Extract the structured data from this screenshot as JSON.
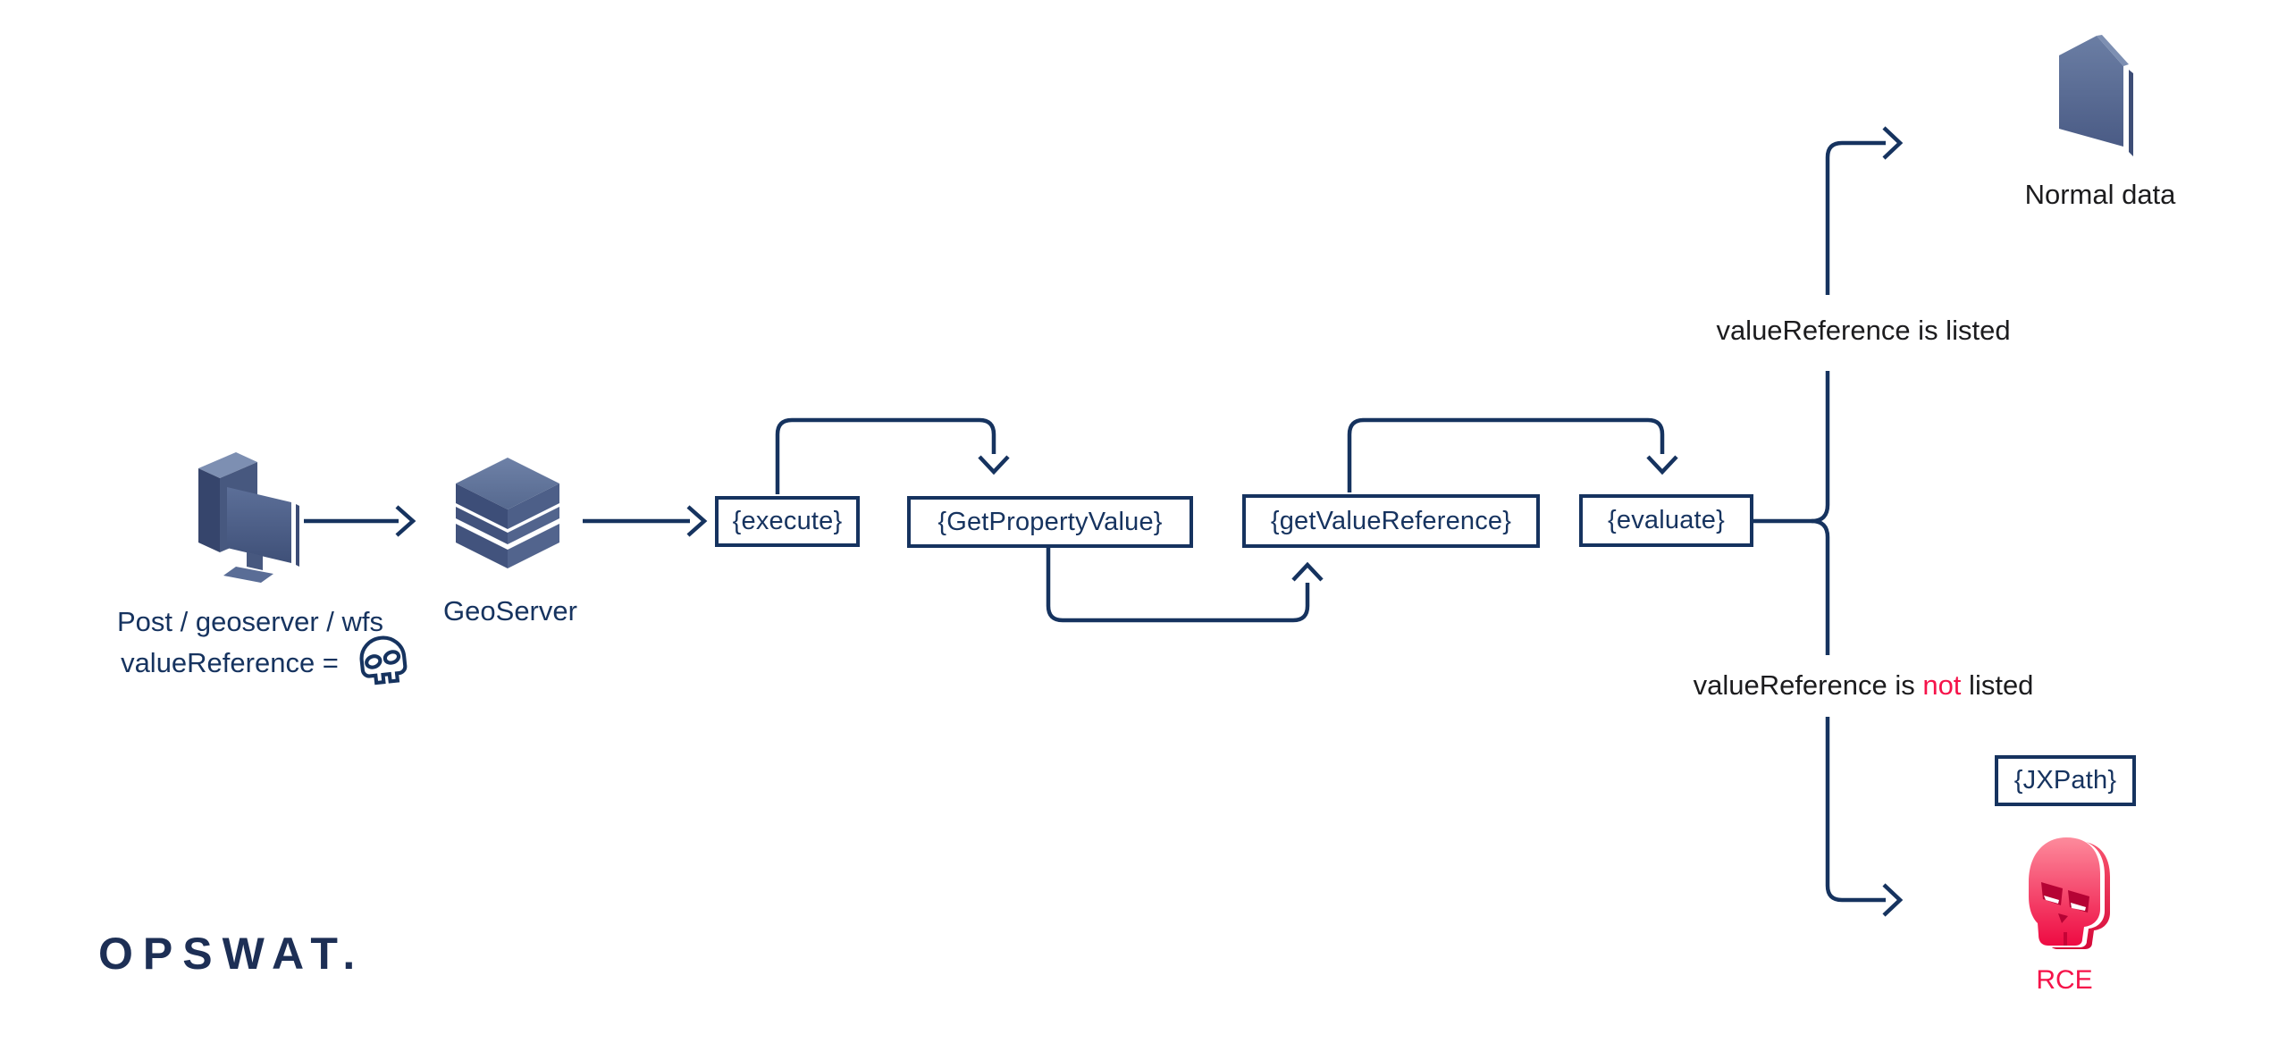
{
  "colors": {
    "navy": "#16335f",
    "text_black": "#1c1c1e",
    "red": "#f5134a",
    "icon_steel_light": "#7487ac",
    "icon_steel_mid": "#4d5f88",
    "icon_steel_dark": "#3a4a72",
    "skull_pink": "#fd8b9c",
    "skull_red": "#ee0a42"
  },
  "source": {
    "line1": "Post / geoserver / wfs",
    "line2": "valueReference ="
  },
  "server": {
    "label": "GeoServer"
  },
  "pipeline": [
    {
      "label": "{execute}"
    },
    {
      "label": "{GetPropertyValue}"
    },
    {
      "label": "{getValueReference}"
    },
    {
      "label": "{evaluate}"
    }
  ],
  "branches": {
    "listed": {
      "condition": "valueReference is listed",
      "result_label": "Normal data"
    },
    "not_listed": {
      "prefix": "valueReference is ",
      "highlight": "not",
      "suffix": " listed",
      "box_label": "{JXPath}",
      "result_label": "RCE"
    }
  },
  "logo": {
    "text": "OPSWAT."
  },
  "icons": {
    "source": "computer-monitor-icon",
    "payload": "skull-outline-icon",
    "server": "server-layers-icon",
    "normal_result": "data-file-icon",
    "rce_result": "red-skull-icon"
  }
}
